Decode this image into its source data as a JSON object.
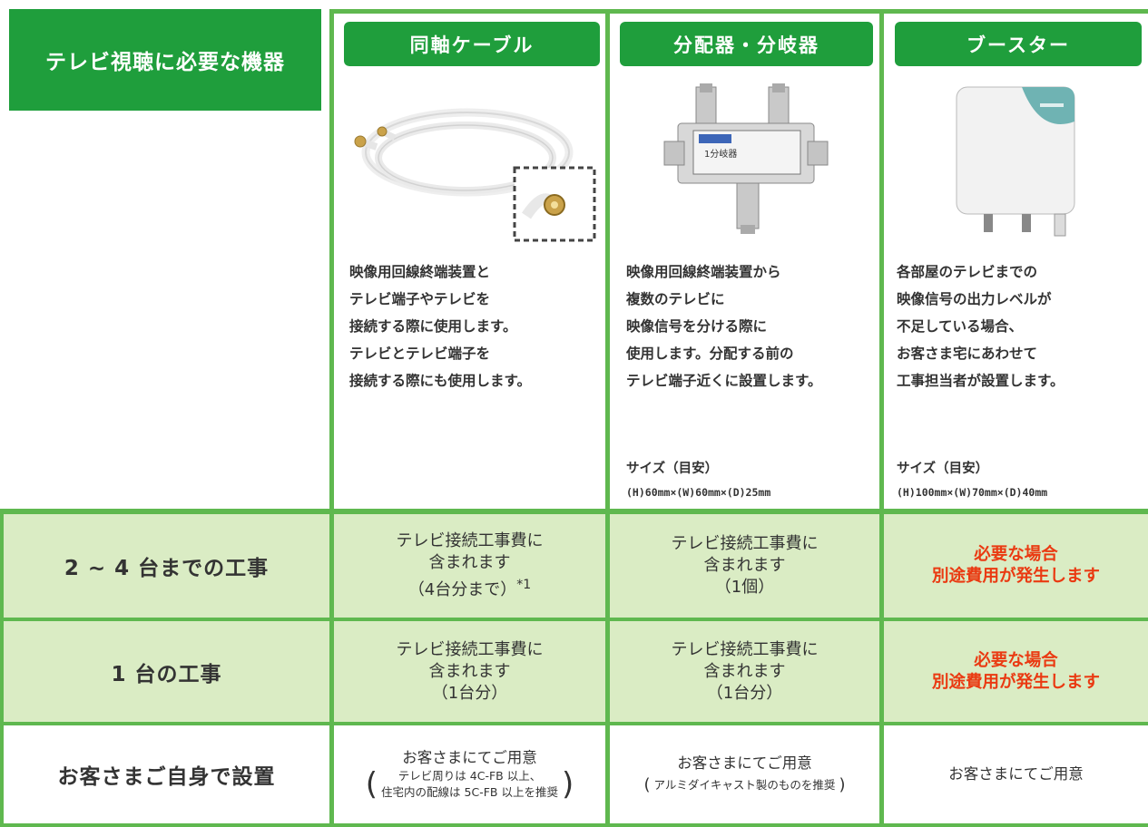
{
  "header": {
    "title": "テレビ視聴に必要な機器"
  },
  "columns": [
    {
      "heading": "同軸ケーブル",
      "image_icon": "coaxial-cable-photo",
      "description": [
        "映像用回線終端装置と",
        "テレビ端子やテレビを",
        "接続する際に使用します。",
        "テレビとテレビ端子を",
        "接続する際にも使用します。"
      ],
      "size_label": "",
      "size_value": ""
    },
    {
      "heading": "分配器・分岐器",
      "image_icon": "splitter-photo",
      "device_label": "1分岐器",
      "description": [
        "映像用回線終端装置から",
        "複数のテレビに",
        "映像信号を分ける際に",
        "使用します。分配する前の",
        "テレビ端子近くに設置します。"
      ],
      "size_label": "サイズ（目安）",
      "size_value": "(H)60mm×(W)60mm×(D)25mm"
    },
    {
      "heading": "ブースター",
      "image_icon": "booster-photo",
      "description": [
        "各部屋のテレビまでの",
        "映像信号の出力レベルが",
        "不足している場合、",
        "お客さま宅にあわせて",
        "工事担当者が設置します。"
      ],
      "size_label": "サイズ（目安）",
      "size_value": "(H)100mm×(W)70mm×(D)40mm"
    }
  ],
  "rows": [
    {
      "label": "2 ~ 4 台までの工事",
      "cable": [
        "テレビ接続工事費に",
        "含まれます",
        "（4台分まで）",
        "*1"
      ],
      "splitter": [
        "テレビ接続工事費に",
        "含まれます",
        "（1個）"
      ],
      "booster": [
        "必要な場合",
        "別途費用が発生します"
      ]
    },
    {
      "label": "1 台の工事",
      "cable": [
        "テレビ接続工事費に",
        "含まれます",
        "（1台分）"
      ],
      "splitter": [
        "テレビ接続工事費に",
        "含まれます",
        "（1台分）"
      ],
      "booster": [
        "必要な場合",
        "別途費用が発生します"
      ]
    },
    {
      "label": "お客さまご自身で設置",
      "cable": [
        "お客さまにてご用意",
        "テレビ周りは 4C-FB 以上、",
        "住宅内の配線は 5C-FB 以上を推奨"
      ],
      "splitter": [
        "お客さまにてご用意",
        "アルミダイキャスト製のものを推奨"
      ],
      "booster": [
        "お客さまにてご用意"
      ]
    }
  ],
  "colors": {
    "green_dark": "#1f9e3c",
    "green_line": "#5fb84f",
    "band": "#daecc4",
    "red": "#ea3a12"
  }
}
